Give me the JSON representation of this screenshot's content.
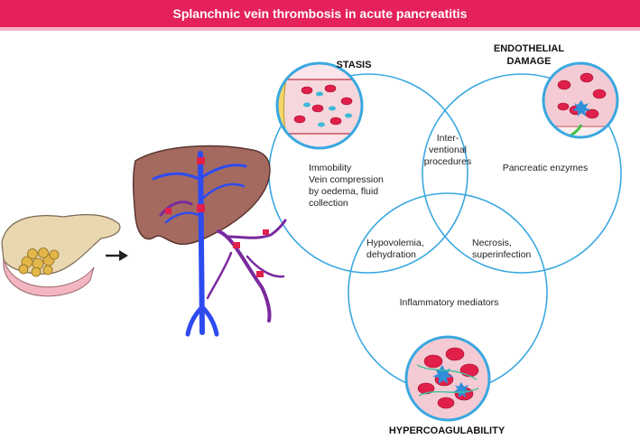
{
  "header": {
    "title": "Splanchnic vein thrombosis in acute pancreatitis"
  },
  "circles": {
    "stasis": "STASIS",
    "endothelial": "ENDOTHELIAL\nDAMAGE",
    "hypercoag": "HYPERCOAGULABILITY"
  },
  "regions": {
    "stasis_only": "Immobility\nVein compression\nby oedema, fluid\ncollection",
    "stasis_endothelial": "Inter-\nventional\nprocedures",
    "endothelial_only": "Pancreatic enzymes",
    "stasis_hypercoag": "Hypovolemia,\ndehydration",
    "endothelial_hypercoag": "Necrosis,\nsuperinfection",
    "hypercoag_only": "Inflammatory mediators"
  },
  "colors": {
    "header": "#e4215a",
    "circle_stroke": "#3aa8e0",
    "vein": "#2e4bf0",
    "liver": "#a46a60",
    "thrombus": "#e0204a",
    "mesenteric": "#7a2aa0"
  }
}
